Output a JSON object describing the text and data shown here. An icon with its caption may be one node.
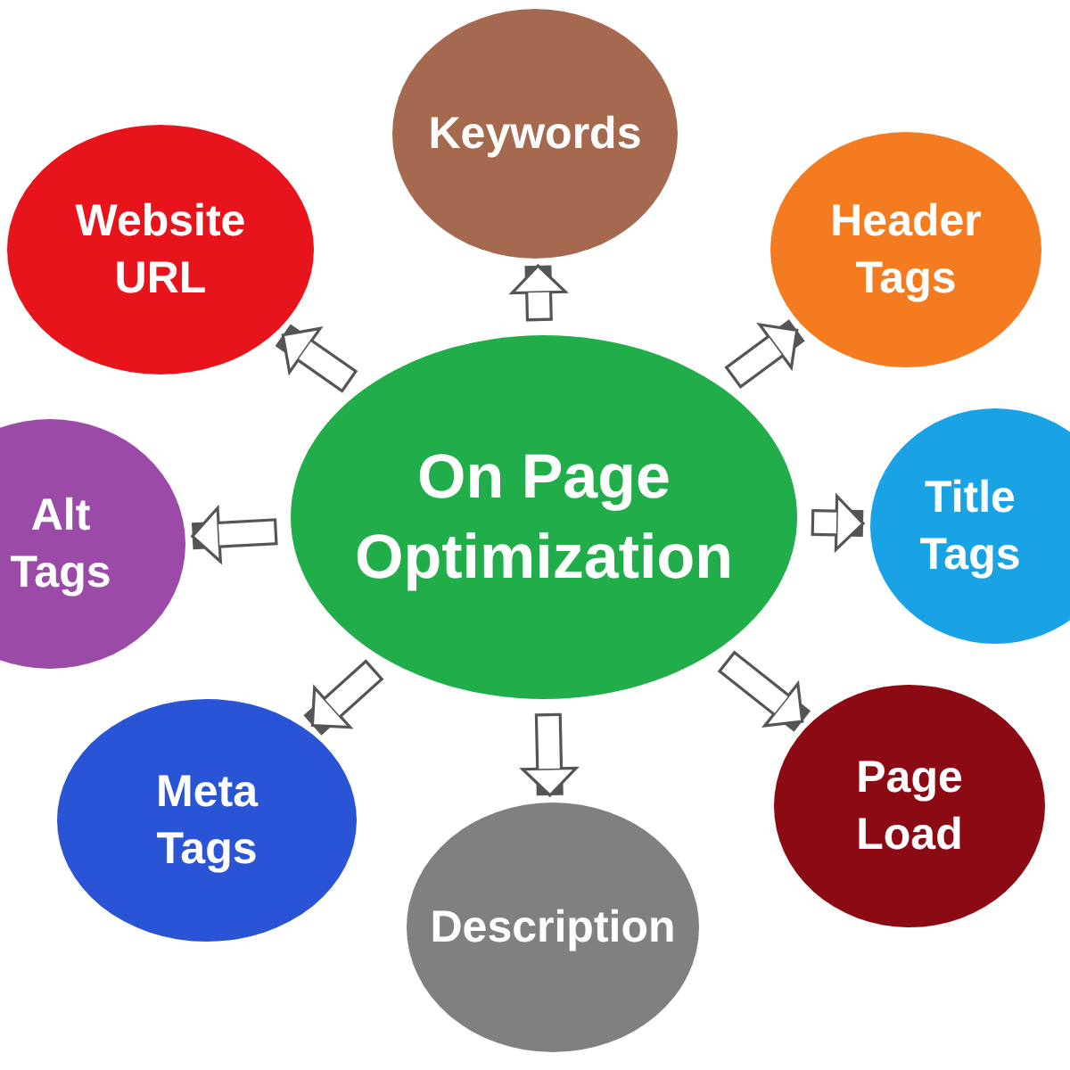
{
  "diagram": {
    "nodes": [
      {
        "text": [
          "On Page Optimization"
        ]
      },
      {
        "text": [
          "Keywords"
        ]
      },
      {
        "text": [
          "Header Tags"
        ]
      },
      {
        "text": [
          "Title Tags"
        ]
      },
      {
        "text": [
          "Page Load"
        ]
      },
      {
        "text": [
          "Description"
        ]
      },
      {
        "text": [
          "Meta Tags"
        ]
      },
      {
        "text": [
          "Alt Tags"
        ]
      },
      {
        "text": [
          "Website URL"
        ]
      }
    ],
    "edges": [
      {
        "from": 0,
        "to": 1,
        "arrow": "to"
      },
      {
        "from": 0,
        "to": 2,
        "arrow": "to"
      },
      {
        "from": 0,
        "to": 3,
        "arrow": "to"
      },
      {
        "from": 0,
        "to": 4,
        "arrow": "to"
      },
      {
        "from": 0,
        "to": 5,
        "arrow": "to"
      },
      {
        "from": 0,
        "to": 6,
        "arrow": "to"
      },
      {
        "from": 0,
        "to": 7,
        "arrow": "to"
      },
      {
        "from": 0,
        "to": 8,
        "arrow": "to"
      }
    ]
  }
}
